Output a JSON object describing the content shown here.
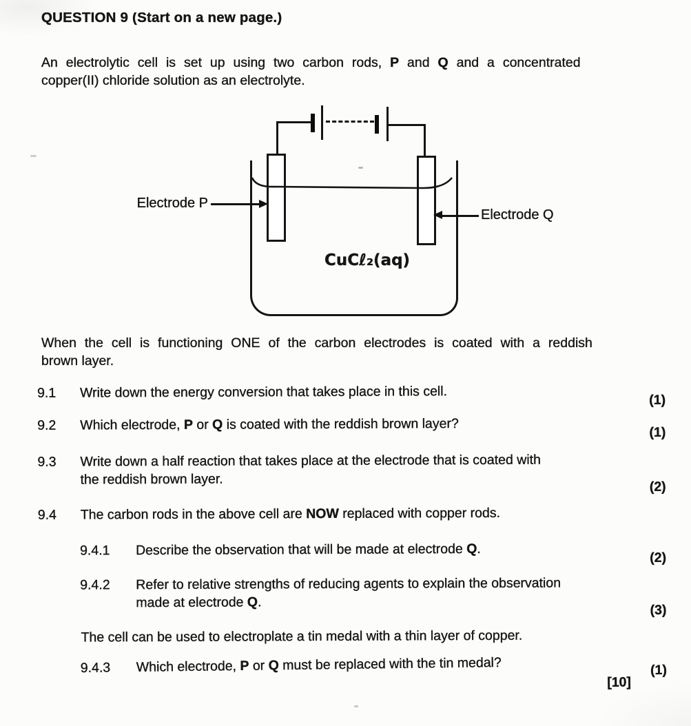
{
  "heading": "QUESTION 9 (Start on a new page.)",
  "intro": {
    "lines": [
      [
        {
          "t": "An electrolytic cell is set up using two carbon rods, "
        },
        {
          "t": "P",
          "b": true
        },
        {
          "t": " and "
        },
        {
          "t": "Q",
          "b": true
        },
        {
          "t": " and a concentrated"
        }
      ],
      [
        {
          "t": "copper(II) chloride solution as an electrolyte."
        }
      ]
    ]
  },
  "diagram": {
    "electrode_p_label": "Electrode P",
    "electrode_q_label": "Electrode Q",
    "solution_label": "CuCℓ₂(aq)",
    "battery_icon": "two-cell-battery-with-dashed-gap"
  },
  "observation": {
    "lines": [
      [
        {
          "t": "When the cell is functioning ONE of the carbon electrodes is coated with a reddish"
        }
      ],
      [
        {
          "t": "brown layer."
        }
      ]
    ]
  },
  "questions": [
    {
      "num": "9.1",
      "level": 1,
      "mark": "(1)",
      "text": [
        {
          "t": "Write down the energy conversion that takes place in this cell."
        }
      ]
    },
    {
      "num": "9.2",
      "level": 1,
      "mark": "(1)",
      "text": [
        {
          "t": "Which electrode, "
        },
        {
          "t": "P",
          "b": true
        },
        {
          "t": " or "
        },
        {
          "t": "Q",
          "b": true
        },
        {
          "t": " is coated with the reddish brown layer?"
        }
      ]
    },
    {
      "num": "9.3",
      "level": 1,
      "mark": "(2)",
      "text": [
        {
          "t": "Write down a half reaction that takes place at the electrode that is coated with"
        },
        {
          "br": true
        },
        {
          "t": "the reddish brown layer."
        }
      ]
    },
    {
      "num": "9.4",
      "level": 1,
      "mark": "",
      "text": [
        {
          "t": "The carbon rods in the above cell are "
        },
        {
          "t": "NOW",
          "b": true
        },
        {
          "t": " replaced with copper rods."
        }
      ]
    },
    {
      "num": "9.4.1",
      "level": 2,
      "mark": "(2)",
      "text": [
        {
          "t": "Describe the observation that will be made at electrode "
        },
        {
          "t": "Q",
          "b": true
        },
        {
          "t": "."
        }
      ]
    },
    {
      "num": "9.4.2",
      "level": 2,
      "mark": "(3)",
      "text": [
        {
          "t": "Refer to relative strengths of reducing agents to explain the observation"
        },
        {
          "br": true
        },
        {
          "t": "made at electrode "
        },
        {
          "t": "Q",
          "b": true
        },
        {
          "t": "."
        }
      ]
    },
    {
      "num": "",
      "level": 1,
      "mark": "",
      "text": [
        {
          "t": "The cell can be used to electroplate a tin medal with a thin layer of copper."
        }
      ]
    },
    {
      "num": "9.4.3",
      "level": 2,
      "mark": "(1)",
      "text": [
        {
          "t": "Which electrode, "
        },
        {
          "t": "P",
          "b": true
        },
        {
          "t": " or "
        },
        {
          "t": "Q",
          "b": true
        },
        {
          "t": " must be replaced with the tin medal?"
        }
      ]
    }
  ],
  "total_mark": "[10]"
}
